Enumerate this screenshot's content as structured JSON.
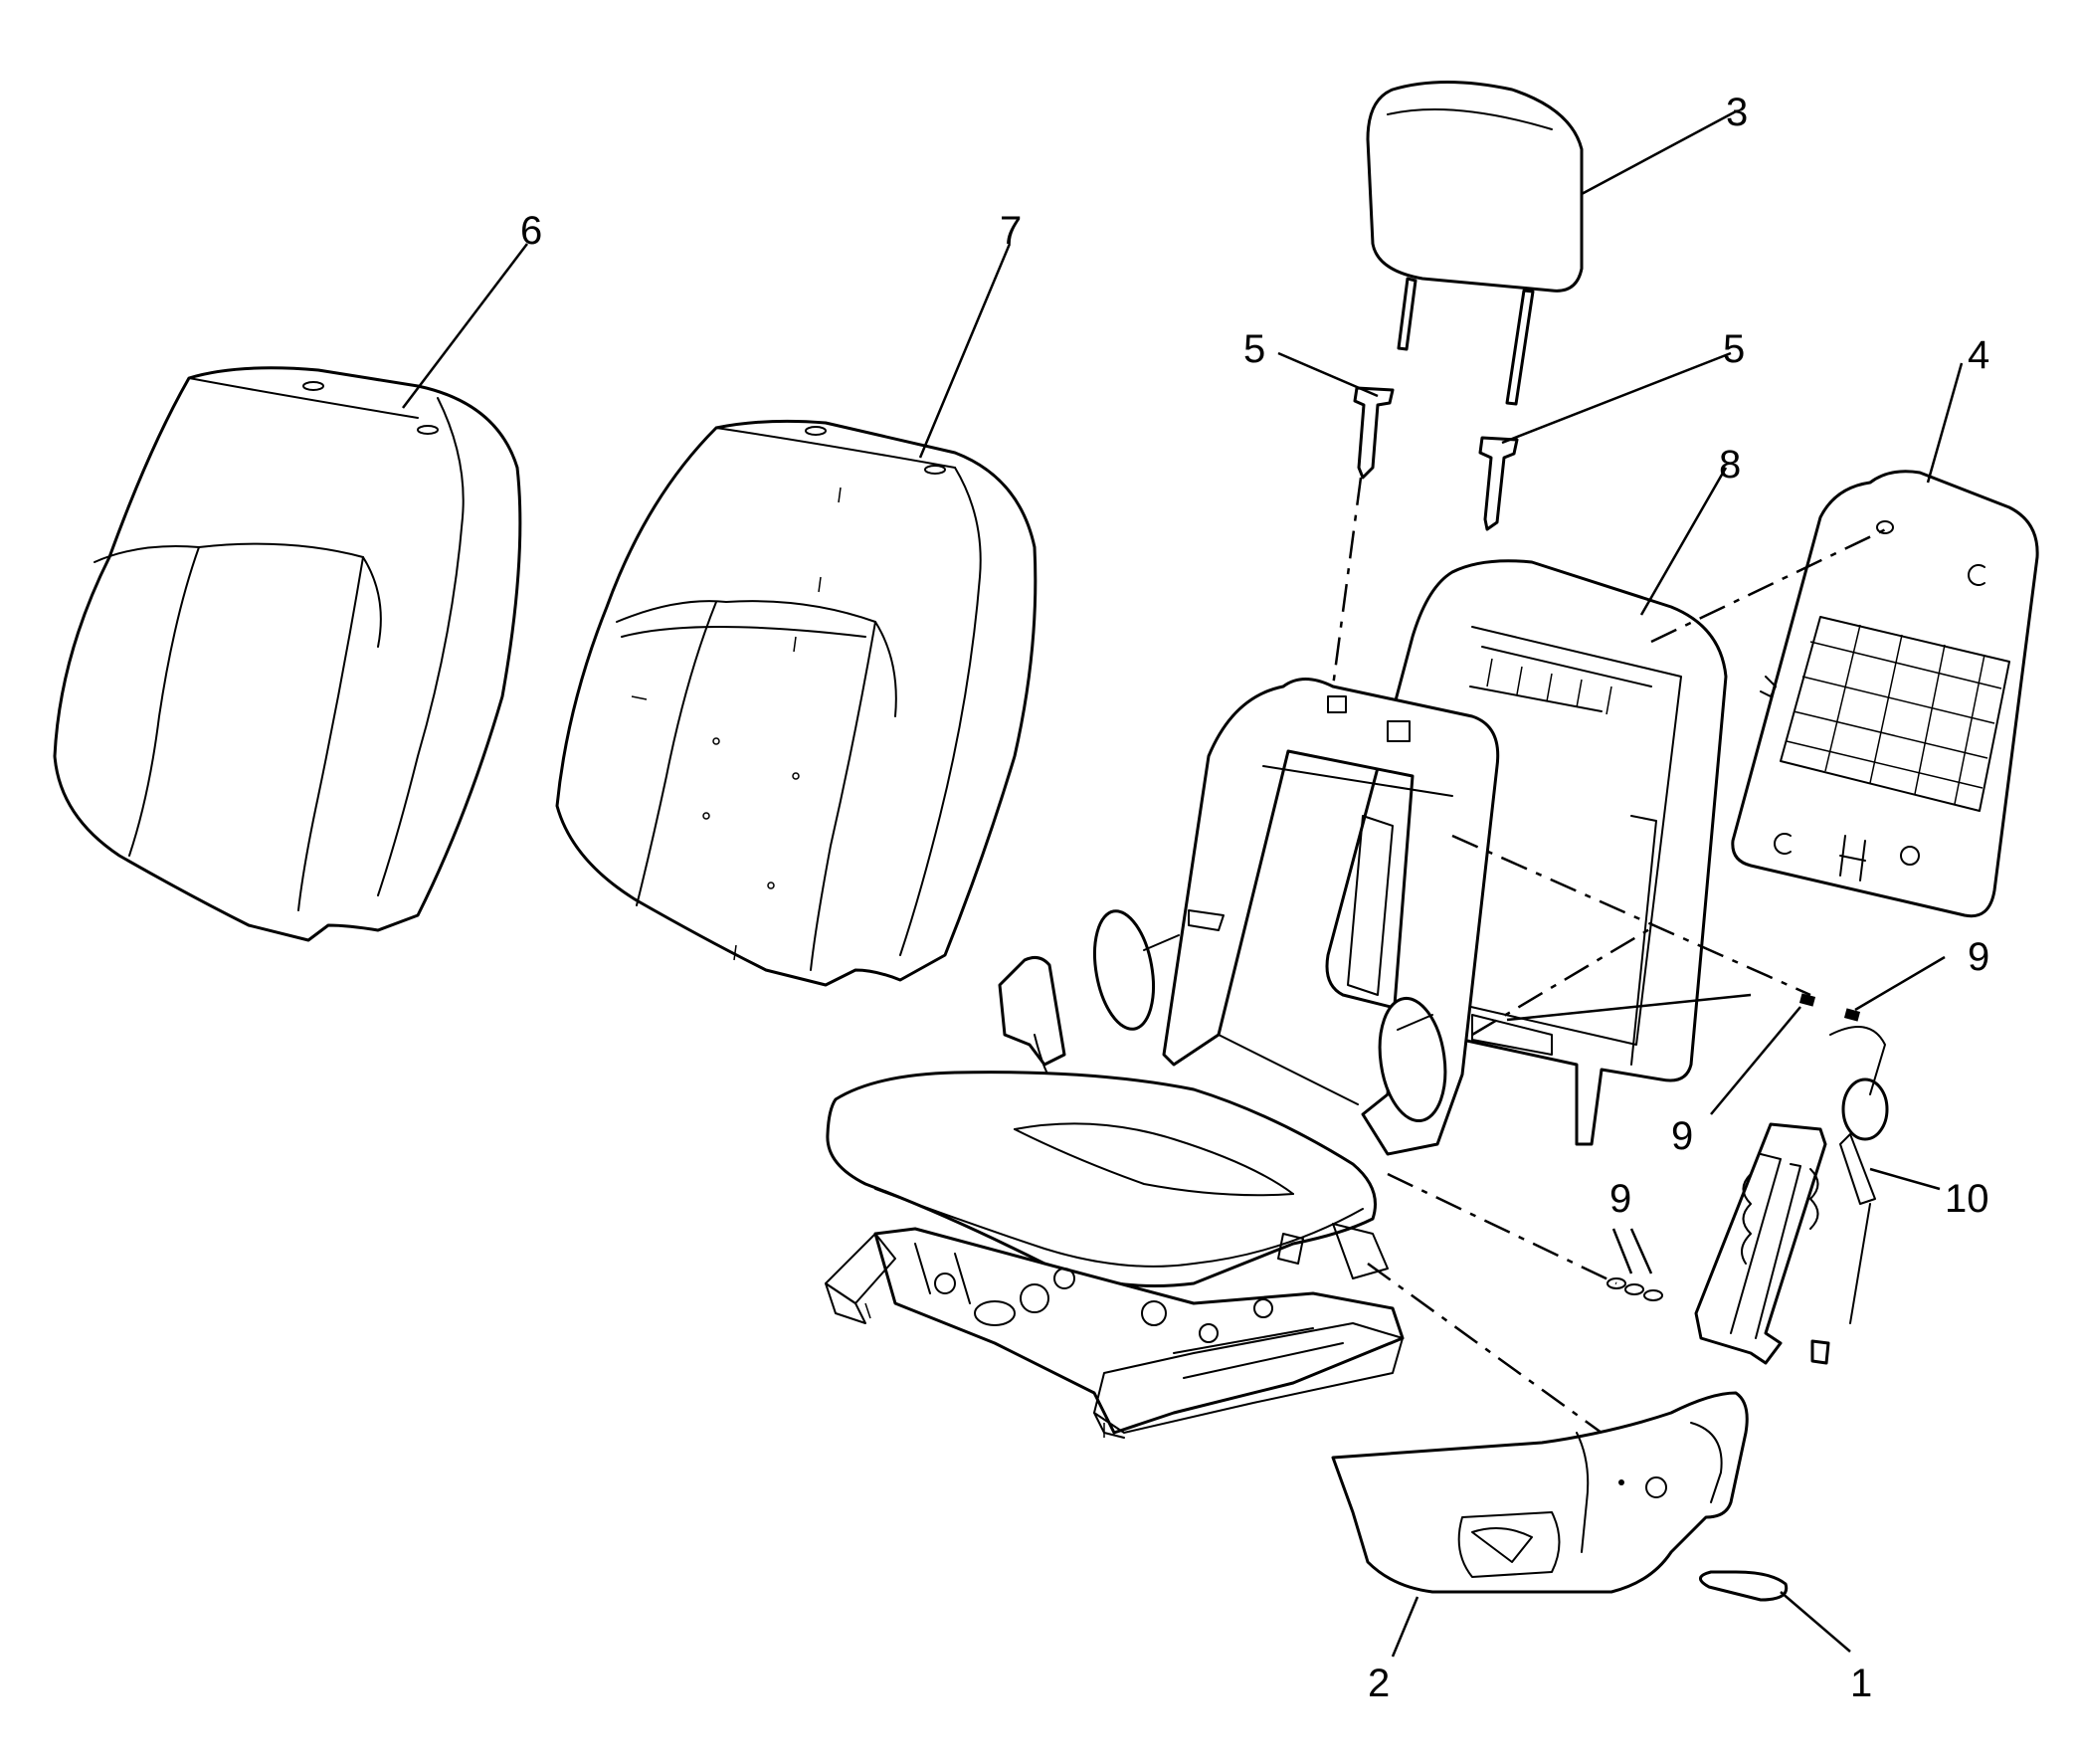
{
  "callouts": [
    {
      "id": "c1",
      "label": "1"
    },
    {
      "id": "c2",
      "label": "2"
    },
    {
      "id": "c3",
      "label": "3"
    },
    {
      "id": "c4",
      "label": "4"
    },
    {
      "id": "c5a",
      "label": "5"
    },
    {
      "id": "c5b",
      "label": "5"
    },
    {
      "id": "c6",
      "label": "6"
    },
    {
      "id": "c7",
      "label": "7"
    },
    {
      "id": "c8",
      "label": "8"
    },
    {
      "id": "c9a",
      "label": "9"
    },
    {
      "id": "c9b",
      "label": "9"
    },
    {
      "id": "c9c",
      "label": "9"
    },
    {
      "id": "c10",
      "label": "10"
    }
  ]
}
